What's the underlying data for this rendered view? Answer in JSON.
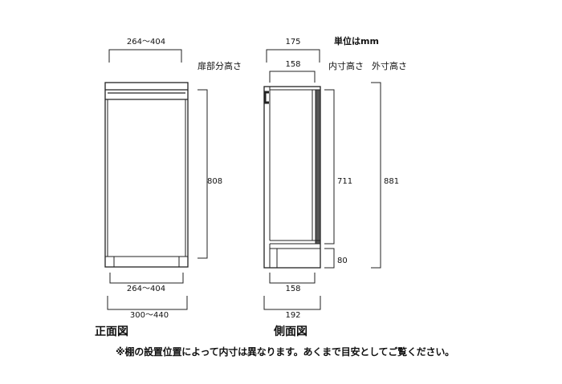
{
  "unit_label": "単位はmm",
  "front_view": {
    "title": "正面図",
    "top_width": "264～404",
    "door_height_label": "扉部分高さ",
    "door_height": "808",
    "bottom_inner_width": "264～404",
    "outer_width": "300～440"
  },
  "side_view": {
    "title": "側面図",
    "top_depth_outer": "175",
    "top_depth_inner": "158",
    "inner_height_label": "内寸高さ",
    "outer_height_label": "外寸高さ",
    "inner_height": "711",
    "outer_height": "881",
    "base_height": "80",
    "bottom_inner_depth": "158",
    "bottom_outer_depth": "192"
  },
  "note": "※棚の設置位置によって内寸は異なります。あくまで目安としてご覧ください。"
}
